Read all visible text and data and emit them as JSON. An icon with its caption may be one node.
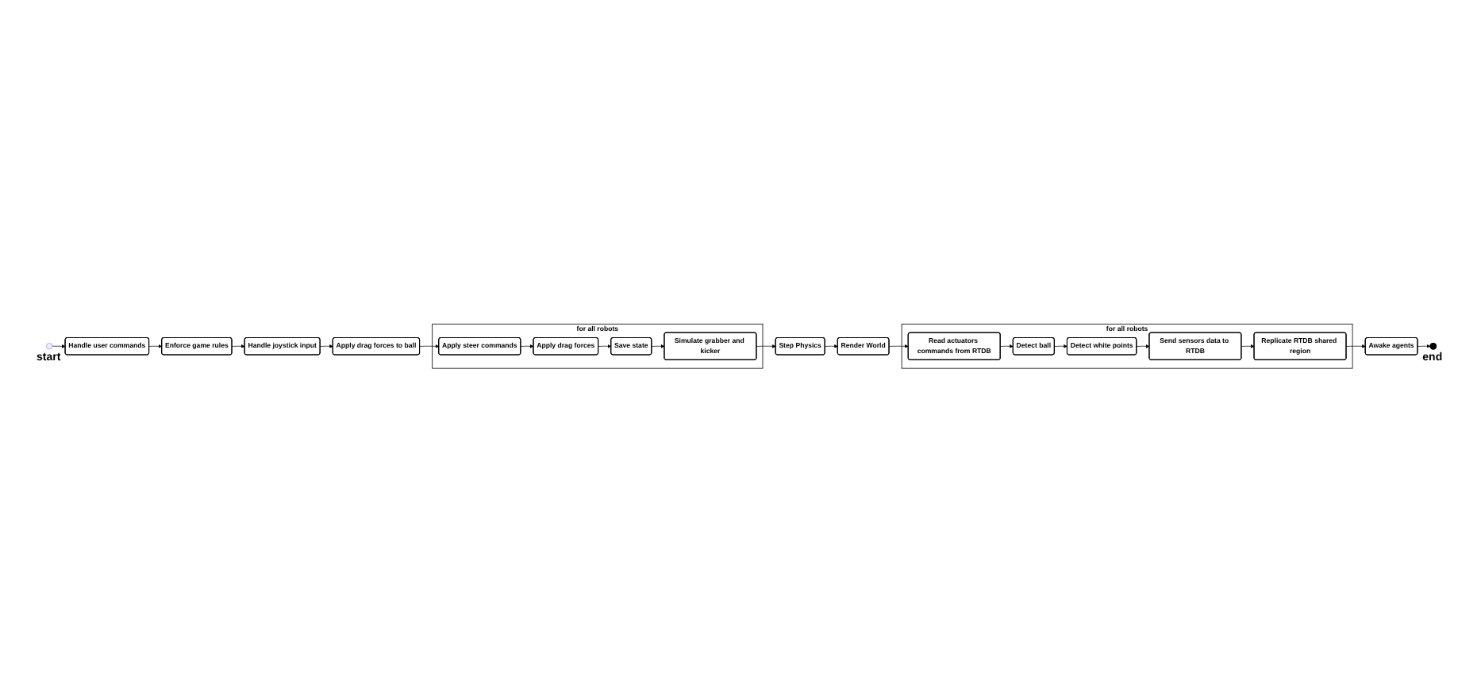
{
  "diagram": {
    "nodes": [
      {
        "text": [],
        "shape": "circle",
        "beside": [
          "start"
        ]
      },
      {
        "text": [
          "Handle user commands"
        ]
      },
      {
        "text": [
          "Enforce game rules"
        ]
      },
      {
        "text": [
          "Handle joystick input"
        ]
      },
      {
        "text": [
          "Apply drag forces to ball"
        ]
      },
      {
        "text": [
          "for all robots"
        ]
      },
      {
        "text": [
          "Simulate grabber and kicker"
        ],
        "in": 5
      },
      {
        "text": [
          "Save state"
        ],
        "in": 5
      },
      {
        "text": [
          "Apply drag forces"
        ],
        "in": 5
      },
      {
        "text": [
          "Apply steer commands"
        ],
        "in": 5
      },
      {
        "text": [
          "Step Physics"
        ]
      },
      {
        "text": [
          "Render World"
        ]
      },
      {
        "text": [
          "for all robots"
        ]
      },
      {
        "text": [
          "Read actuators commands from RTDB"
        ],
        "in": 12
      },
      {
        "text": [
          "Detect ball"
        ],
        "in": 12
      },
      {
        "text": [
          "Replicate RTDB shared region"
        ],
        "in": 12
      },
      {
        "text": [
          "Send sensors data to RTDB"
        ],
        "in": 12
      },
      {
        "text": [
          "Detect white points"
        ],
        "in": 12
      },
      {
        "text": [],
        "shape": "circle",
        "beside": [
          "end"
        ]
      },
      {
        "text": [
          "Awake agents"
        ]
      }
    ],
    "edges": [
      {
        "from": 0,
        "to": 1,
        "arrow": "to"
      },
      {
        "from": 1,
        "to": 2,
        "arrow": "to"
      },
      {
        "from": 2,
        "to": 3,
        "arrow": "to"
      },
      {
        "from": 3,
        "to": 4,
        "arrow": "to"
      },
      {
        "from": 4,
        "to": 9,
        "arrow": "to"
      },
      {
        "from": 9,
        "to": 8,
        "arrow": "to"
      },
      {
        "from": 8,
        "to": 7,
        "arrow": "to"
      },
      {
        "from": 7,
        "to": 6,
        "arrow": "to"
      },
      {
        "from": 6,
        "to": 10,
        "arrow": "to"
      },
      {
        "from": 10,
        "to": 11,
        "arrow": "to"
      },
      {
        "from": 11,
        "to": 13,
        "arrow": "to"
      },
      {
        "from": 13,
        "to": 14,
        "arrow": "to"
      },
      {
        "from": 14,
        "to": 17,
        "arrow": "to"
      },
      {
        "from": 17,
        "to": 16,
        "arrow": "to"
      },
      {
        "from": 16,
        "to": 15,
        "arrow": "to"
      },
      {
        "from": 15,
        "to": 19,
        "arrow": "to"
      },
      {
        "from": 19,
        "to": 18,
        "arrow": "to"
      }
    ]
  }
}
